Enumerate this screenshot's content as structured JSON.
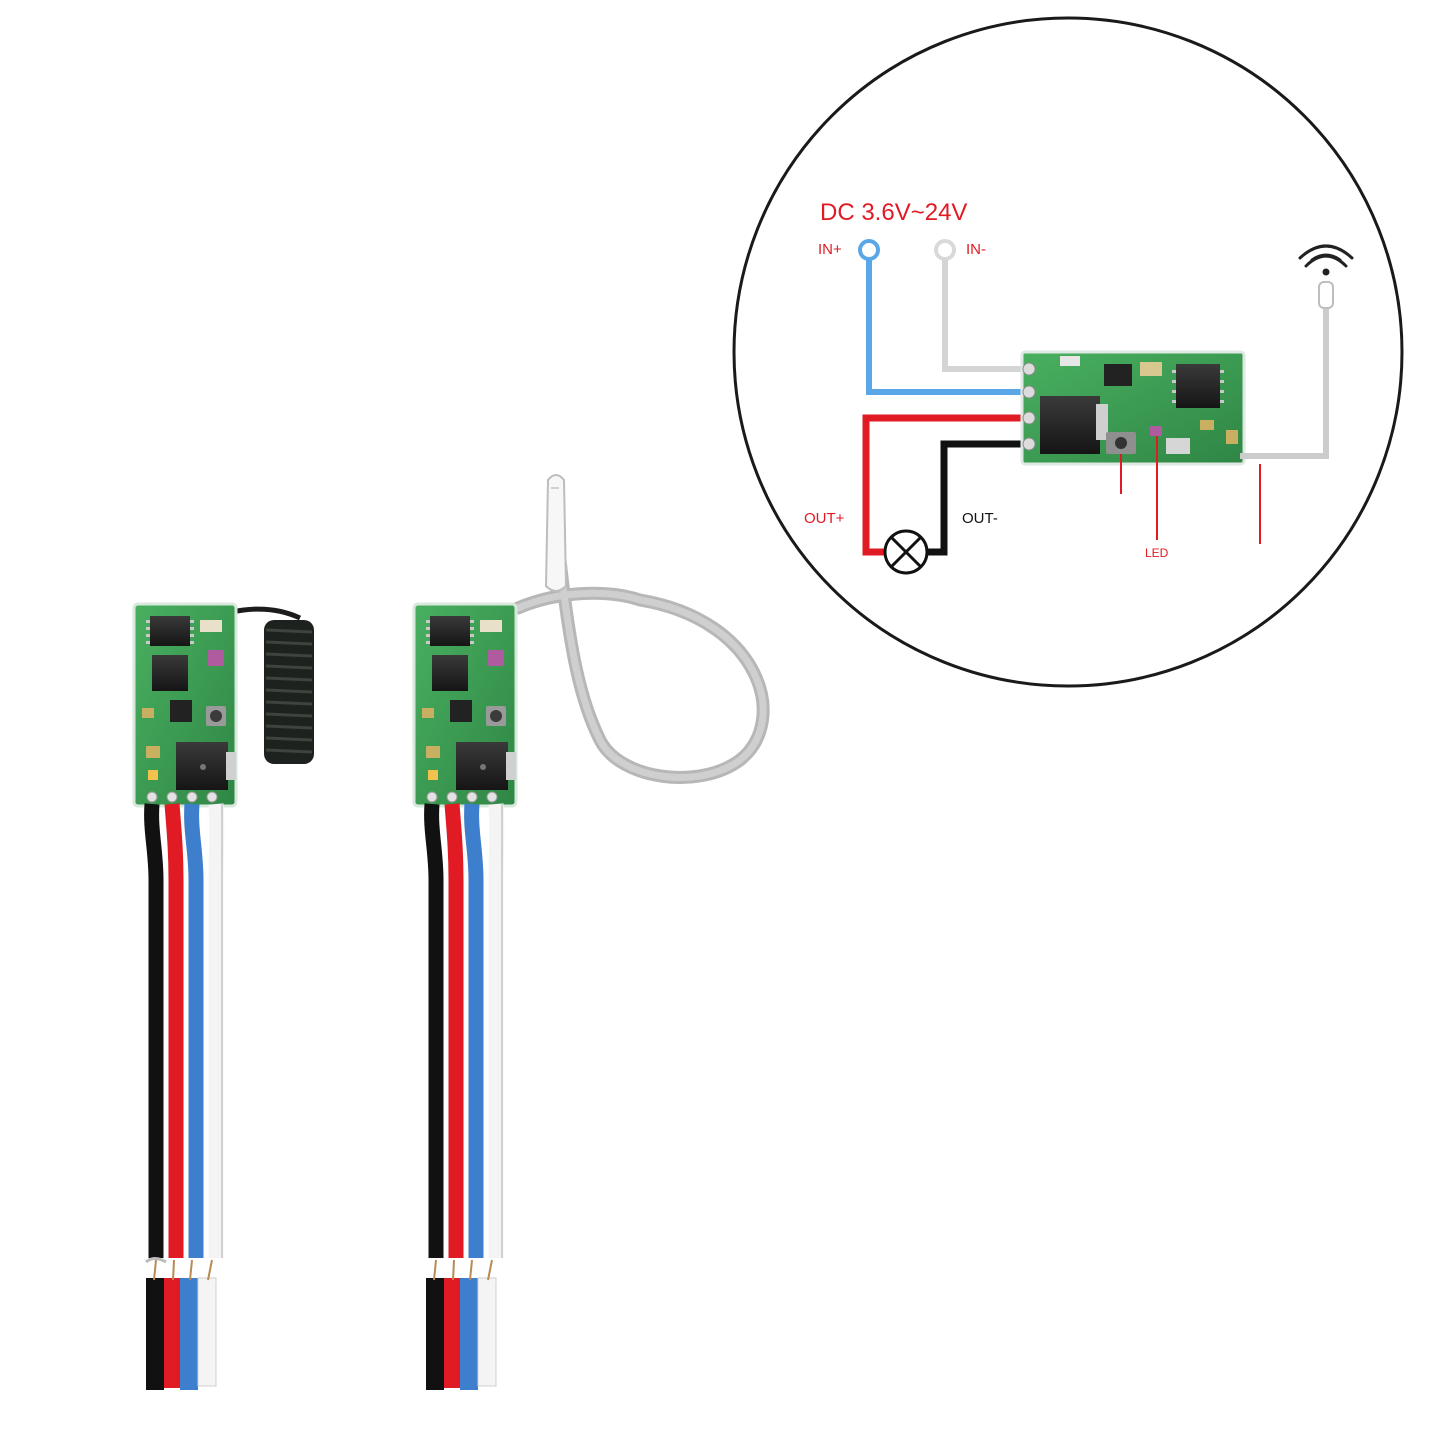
{
  "diagram": {
    "supply_label": "DC 3.6V~24V",
    "in_plus": "IN+",
    "in_minus": "IN-",
    "out_plus": "OUT+",
    "out_minus": "OUT-",
    "led_label": "LED"
  },
  "colors": {
    "wire_red": "#e01b24",
    "wire_black": "#111111",
    "wire_blue": "#5aa7e8",
    "wire_white": "#f2f2f2",
    "wire_gray": "#cfcfcf",
    "pcb_green": "#3a9b52",
    "label_red": "#e01b24"
  },
  "icons": [
    "wifi-signal-icon",
    "lamp-icon",
    "terminal-ring-icon"
  ]
}
